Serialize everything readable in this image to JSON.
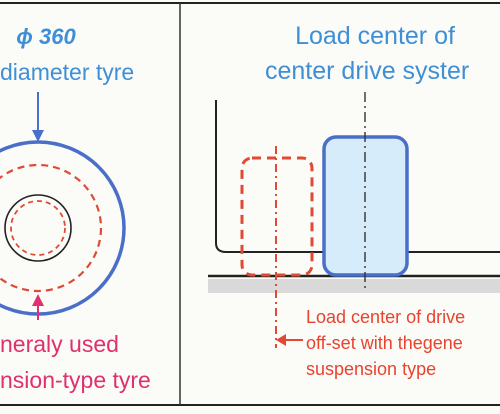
{
  "left_panel": {
    "size_label": "ϕ 360",
    "diameter_label": "diameter tyre",
    "caption_line1": "neraly used",
    "caption_line2": "nsion-type tyre"
  },
  "right_panel": {
    "title_line1": "Load center of",
    "title_line2": "center drive syster",
    "annotation_line1": "Load center of drive",
    "annotation_line2": "off-set with thegene",
    "annotation_line3": "suspension type"
  },
  "colors": {
    "blue_text": "#3f8fd6",
    "pink_text": "#e0306e",
    "red_text": "#e8432f",
    "blue_outline": "#4a6fc9",
    "red_dash": "#e04a35",
    "box_fill": "#d6ecfb"
  }
}
